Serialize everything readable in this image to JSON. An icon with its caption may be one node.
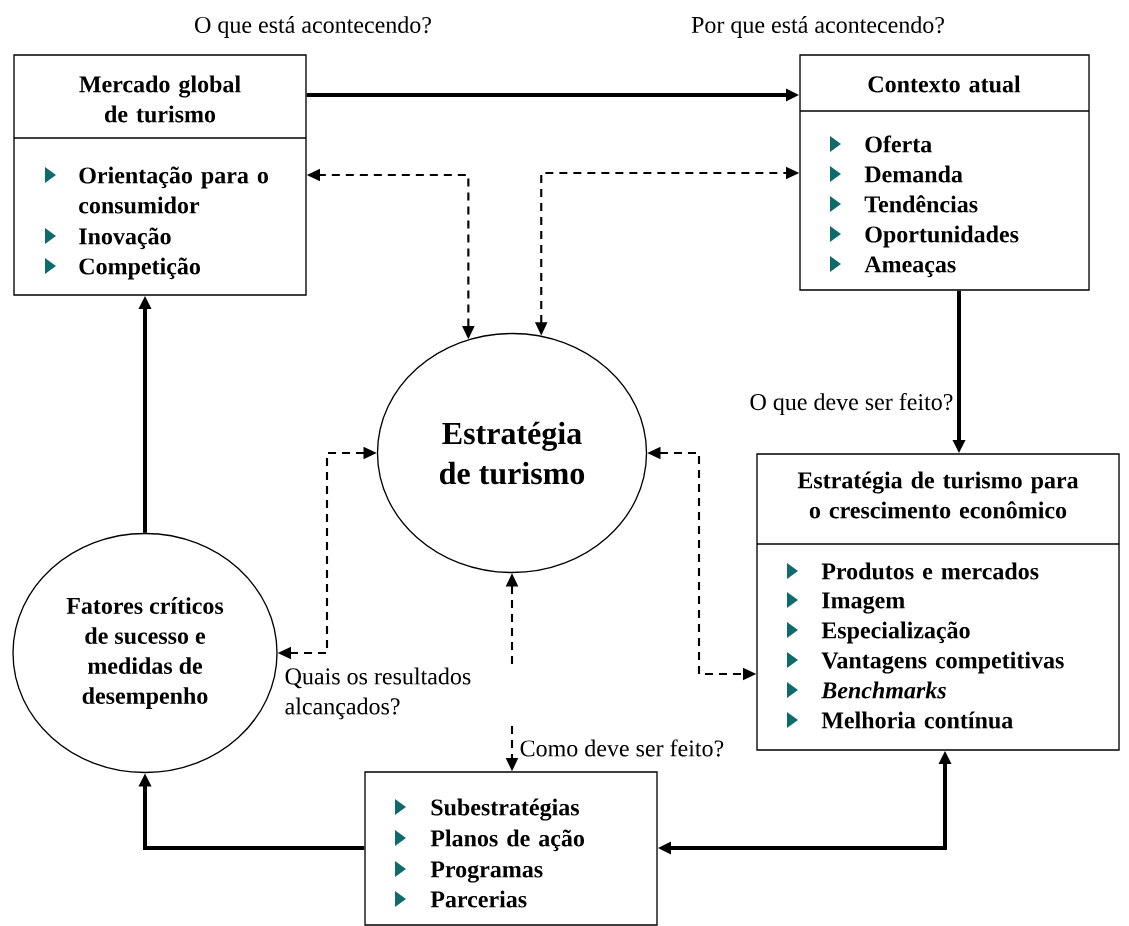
{
  "diagram": {
    "nodes": [
      {
        "text": [
          "Mercado global de turismo",
          "Orientação para o consumidor",
          "Inovação",
          "Competição"
        ]
      },
      {
        "text": [
          "Contexto atual",
          "Oferta",
          "Demanda",
          "Tendências",
          "Oportunidades",
          "Ameaças"
        ]
      },
      {
        "text": [
          "Estratégia de turismo"
        ]
      },
      {
        "text": [
          "Estratégia de turismo para o crescimento econômico",
          "Produtos e mercados",
          "Imagem",
          "Especialização",
          "Vantagens competitivas",
          "*Benchmarks*",
          "Melhoria contínua"
        ]
      },
      {
        "text": [
          "Fatores críticos de sucesso e medidas de desempenho"
        ]
      },
      {
        "text": [
          "Subestratégias",
          "Planos de ação",
          "Programas",
          "Parcerias"
        ]
      }
    ],
    "edges": [
      {
        "from": 0,
        "to": 1,
        "arrow": "to",
        "style": "thick"
      },
      {
        "from": 2,
        "to": 0,
        "arrow": "both",
        "style": "dashed"
      },
      {
        "from": 2,
        "to": 1,
        "arrow": "both",
        "style": "dashed"
      },
      {
        "from": 1,
        "to": 3,
        "arrow": "to",
        "style": "thick",
        "label": "O que deve ser feito?"
      },
      {
        "from": 2,
        "to": 3,
        "arrow": "both",
        "style": "dashed"
      },
      {
        "from": 2,
        "to": 4,
        "arrow": "both",
        "style": "dashed",
        "label": "Quais os resultados alcançados?"
      },
      {
        "from": 2,
        "to": 5,
        "arrow": "both",
        "style": "dashed",
        "label": "Como deve ser feito?"
      },
      {
        "from": 5,
        "to": 4,
        "arrow": "to",
        "style": "thick"
      },
      {
        "from": 5,
        "to": 3,
        "arrow": "both",
        "style": "thick"
      },
      {
        "from": 4,
        "to": 0,
        "arrow": "to",
        "style": "thick"
      }
    ],
    "labels": [
      "O que está acontecendo?",
      "Por que está acontecendo?"
    ]
  }
}
